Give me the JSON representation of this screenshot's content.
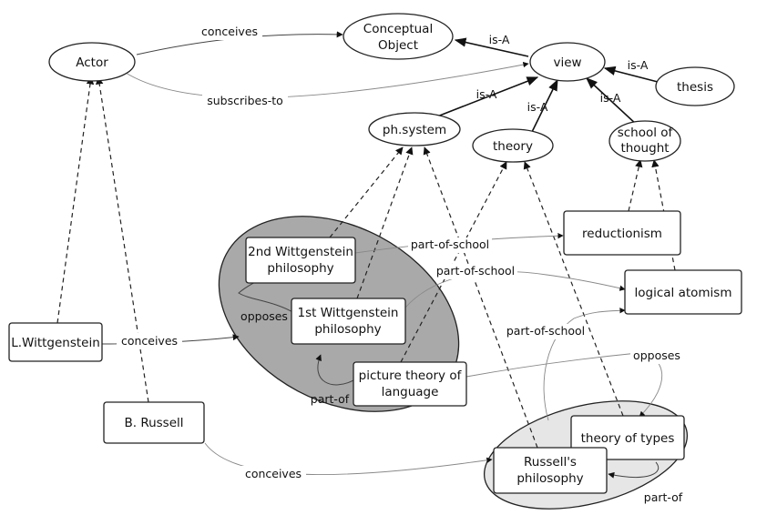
{
  "nodes": {
    "actor": "Actor",
    "conceptual_object_1": "Conceptual",
    "conceptual_object_2": "Object",
    "view": "view",
    "thesis": "thesis",
    "ph_system": "ph.system",
    "theory": "theory",
    "school_of_thought_1": "school of",
    "school_of_thought_2": "thought",
    "reductionism": "reductionism",
    "logical_atomism": "logical atomism",
    "second_wittgenstein_1": "2nd Wittgenstein",
    "second_wittgenstein_2": "philosophy",
    "first_wittgenstein_1": "1st Wittgenstein",
    "first_wittgenstein_2": "philosophy",
    "picture_theory_1": "picture theory of",
    "picture_theory_2": "language",
    "l_wittgenstein": "L.Wittgenstein",
    "b_russell": "B. Russell",
    "theory_of_types": "theory of types",
    "russells_philosophy_1": "Russell's",
    "russells_philosophy_2": "philosophy"
  },
  "edges": {
    "conceives_top": "conceives",
    "subscribes_to": "subscribes-to",
    "isa_conceptual": "is-A",
    "isa_thesis": "is-A",
    "isa_phsystem": "is-A",
    "isa_theory": "is-A",
    "isa_school": "is-A",
    "part_of_school_1": "part-of-school",
    "part_of_school_2": "part-of-school",
    "part_of_school_3": "part-of-school",
    "opposes_left": "opposes",
    "opposes_right": "opposes",
    "conceives_wittgenstein": "conceives",
    "part_of_left": "part-of",
    "conceives_russell": "conceives",
    "part_of_right": "part-of"
  }
}
